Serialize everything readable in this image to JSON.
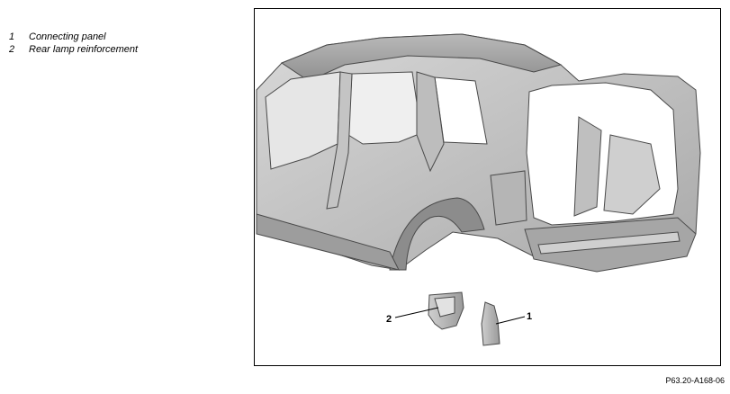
{
  "legend": {
    "items": [
      {
        "number": "1",
        "label": "Connecting panel"
      },
      {
        "number": "2",
        "label": "Rear lamp reinforcement"
      }
    ]
  },
  "figure": {
    "callouts": [
      {
        "number": "2"
      },
      {
        "number": "1"
      }
    ],
    "code": "P63.20-A168-06"
  }
}
